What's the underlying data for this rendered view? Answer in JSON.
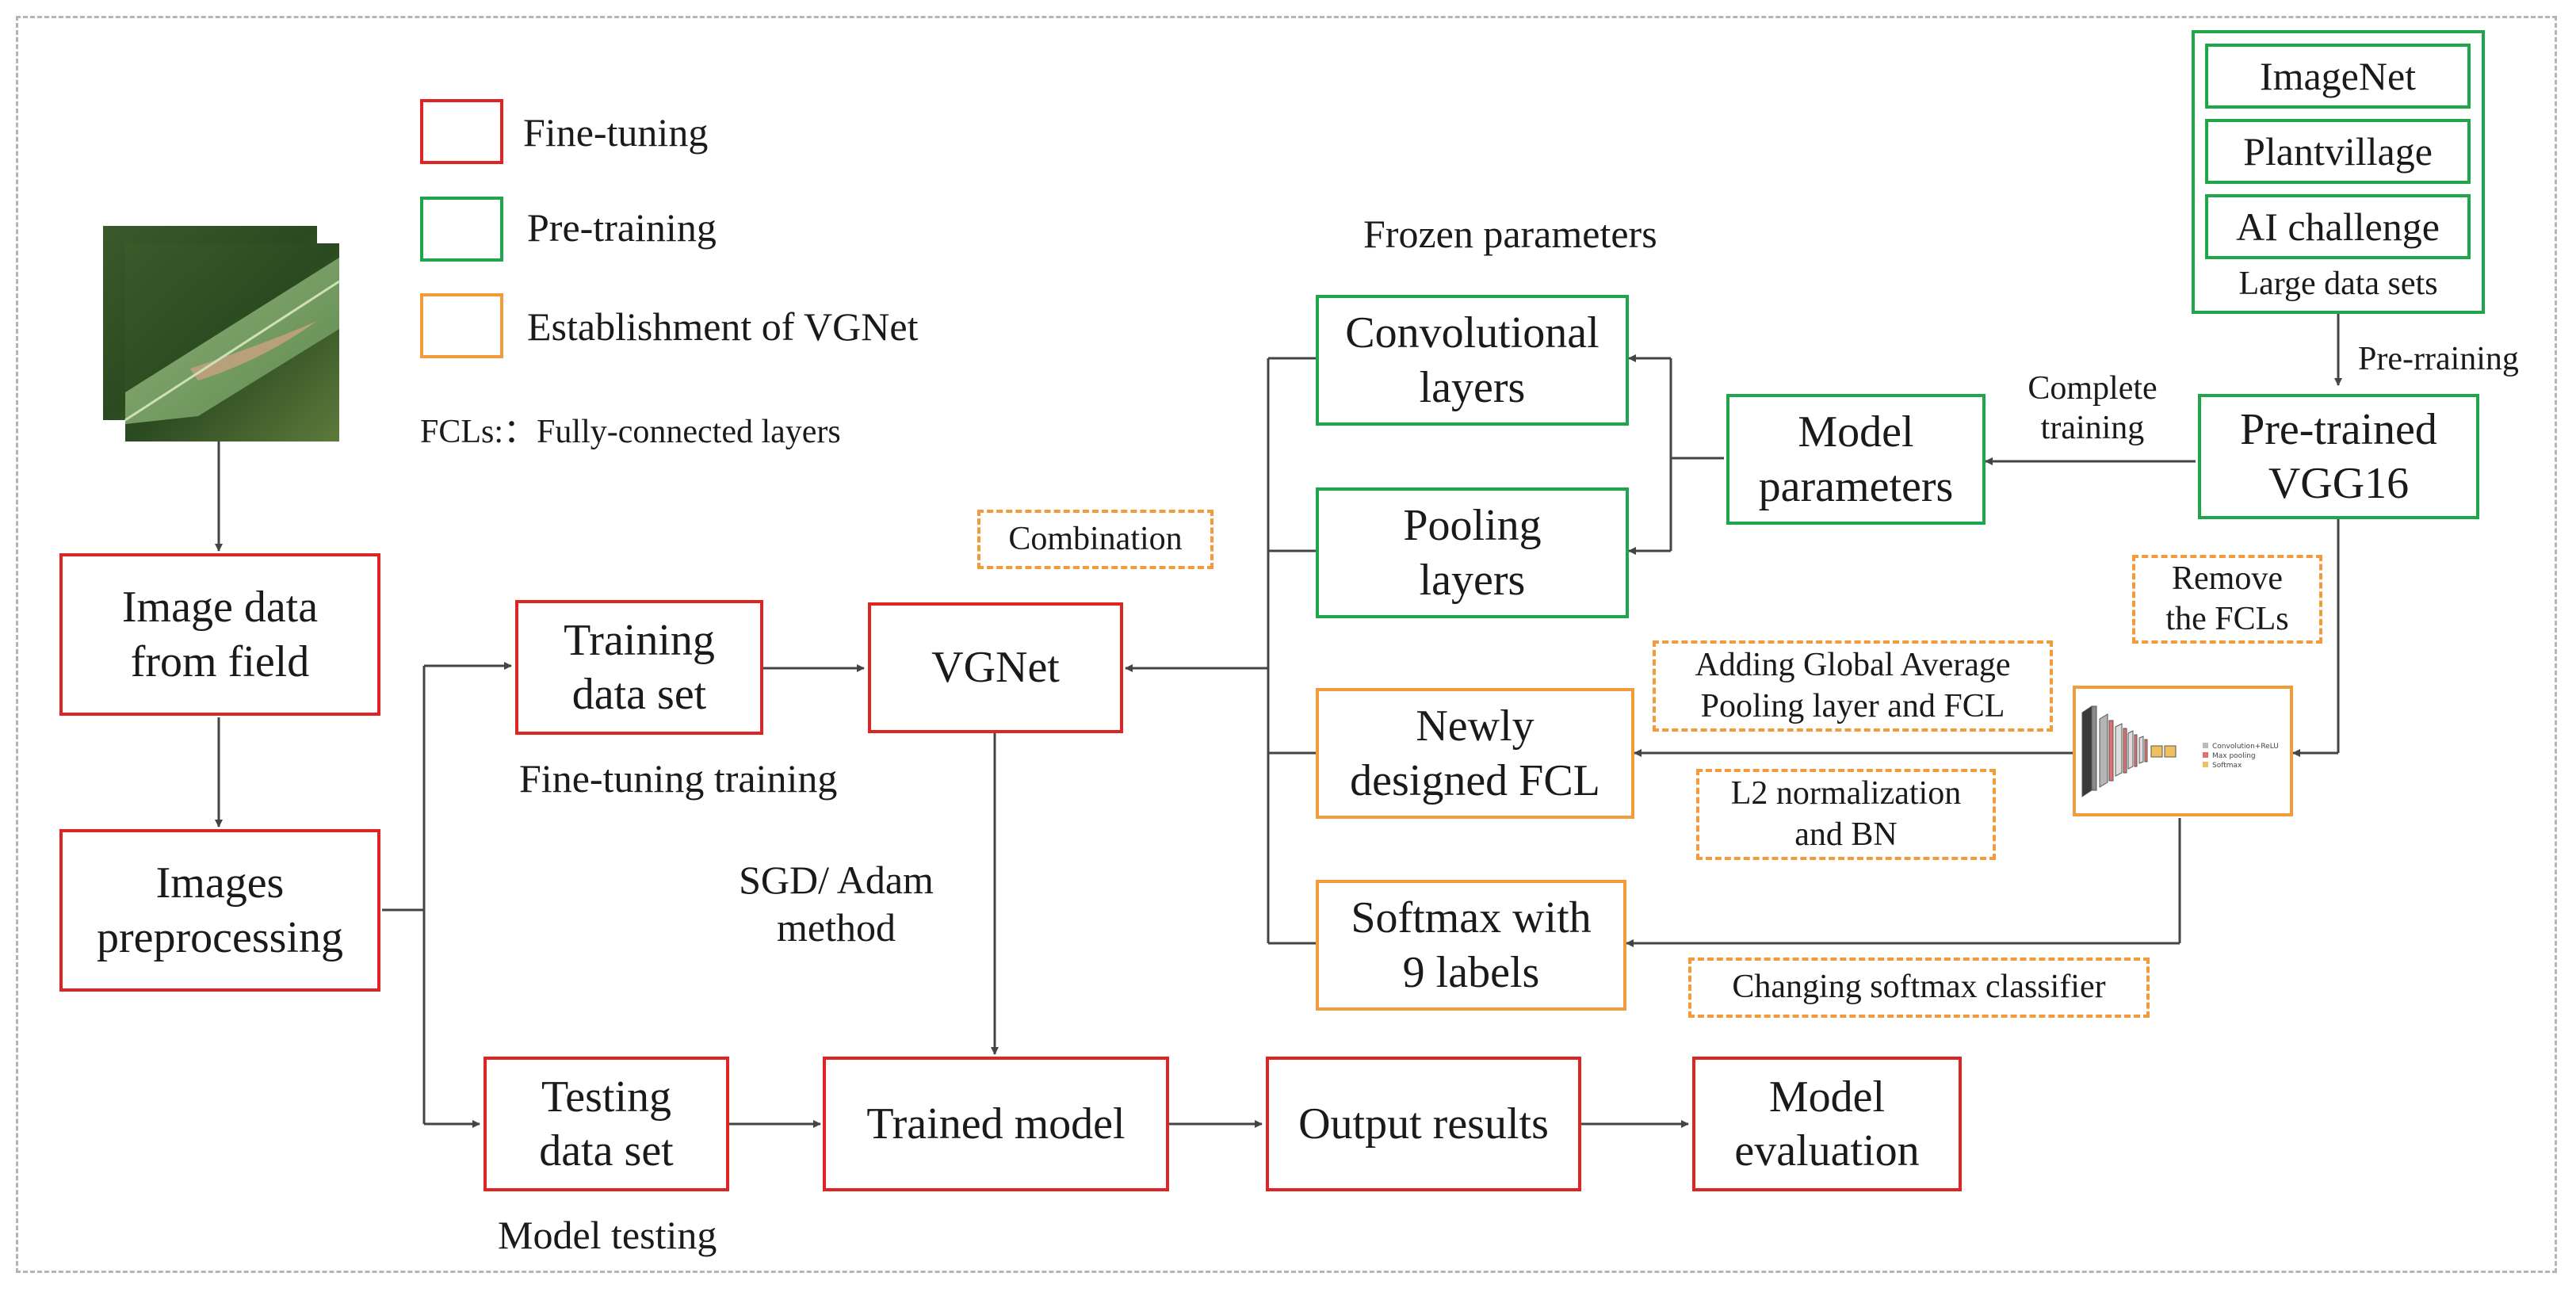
{
  "legend": {
    "fine_tuning": "Fine-tuning",
    "pre_training": "Pre-training",
    "establishment": "Establishment of VGNet",
    "fcls": "FCLs:：Fully-connected layers"
  },
  "colors": {
    "fine_tuning": "#e02424",
    "pre_training": "#1fa64a",
    "establishment": "#f39a3a",
    "arrow": "#444444"
  },
  "boxes": {
    "image_data": "Image data\nfrom field",
    "images_preprocessing": "Images\npreprocessing",
    "training_set": "Training\ndata set",
    "testing_set": "Testing\ndata set",
    "vgnet": "VGNet",
    "trained_model": "Trained  model",
    "output_results": "Output results",
    "model_evaluation": "Model\nevaluation",
    "conv_layers": "Convolutional\nlayers",
    "pooling_layers": "Pooling\nlayers",
    "newly_fcl": "Newly\ndesigned FCL",
    "softmax": "Softmax with\n9 labels",
    "model_params": "Model\nparameters",
    "pretrained_vgg": "Pre-trained\nVGG16",
    "imagenet": "ImageNet",
    "plantvillage": "Plantvillage",
    "ai_challenge": "AI challenge"
  },
  "dashed_notes": {
    "combination": "Combination",
    "remove_fcls": "Remove\nthe FCLs",
    "adding_gap": "Adding Global Average\nPooling layer and FCL",
    "l2_bn": "L2 normalization\nand BN",
    "changing_softmax": "Changing softmax classifier"
  },
  "labels": {
    "frozen": "Frozen parameters",
    "fine_tuning_training": "Fine-tuning training",
    "model_testing": "Model testing",
    "sgd_adam": "SGD/ Adam\nmethod",
    "complete_training": "Complete\ntraining",
    "pre_rraining": "Pre-rraining",
    "large_data_sets": "Large data sets"
  },
  "network_legend": {
    "conv": "Convolution+ReLU",
    "pool": "Max pooling",
    "soft": "Softmax"
  }
}
